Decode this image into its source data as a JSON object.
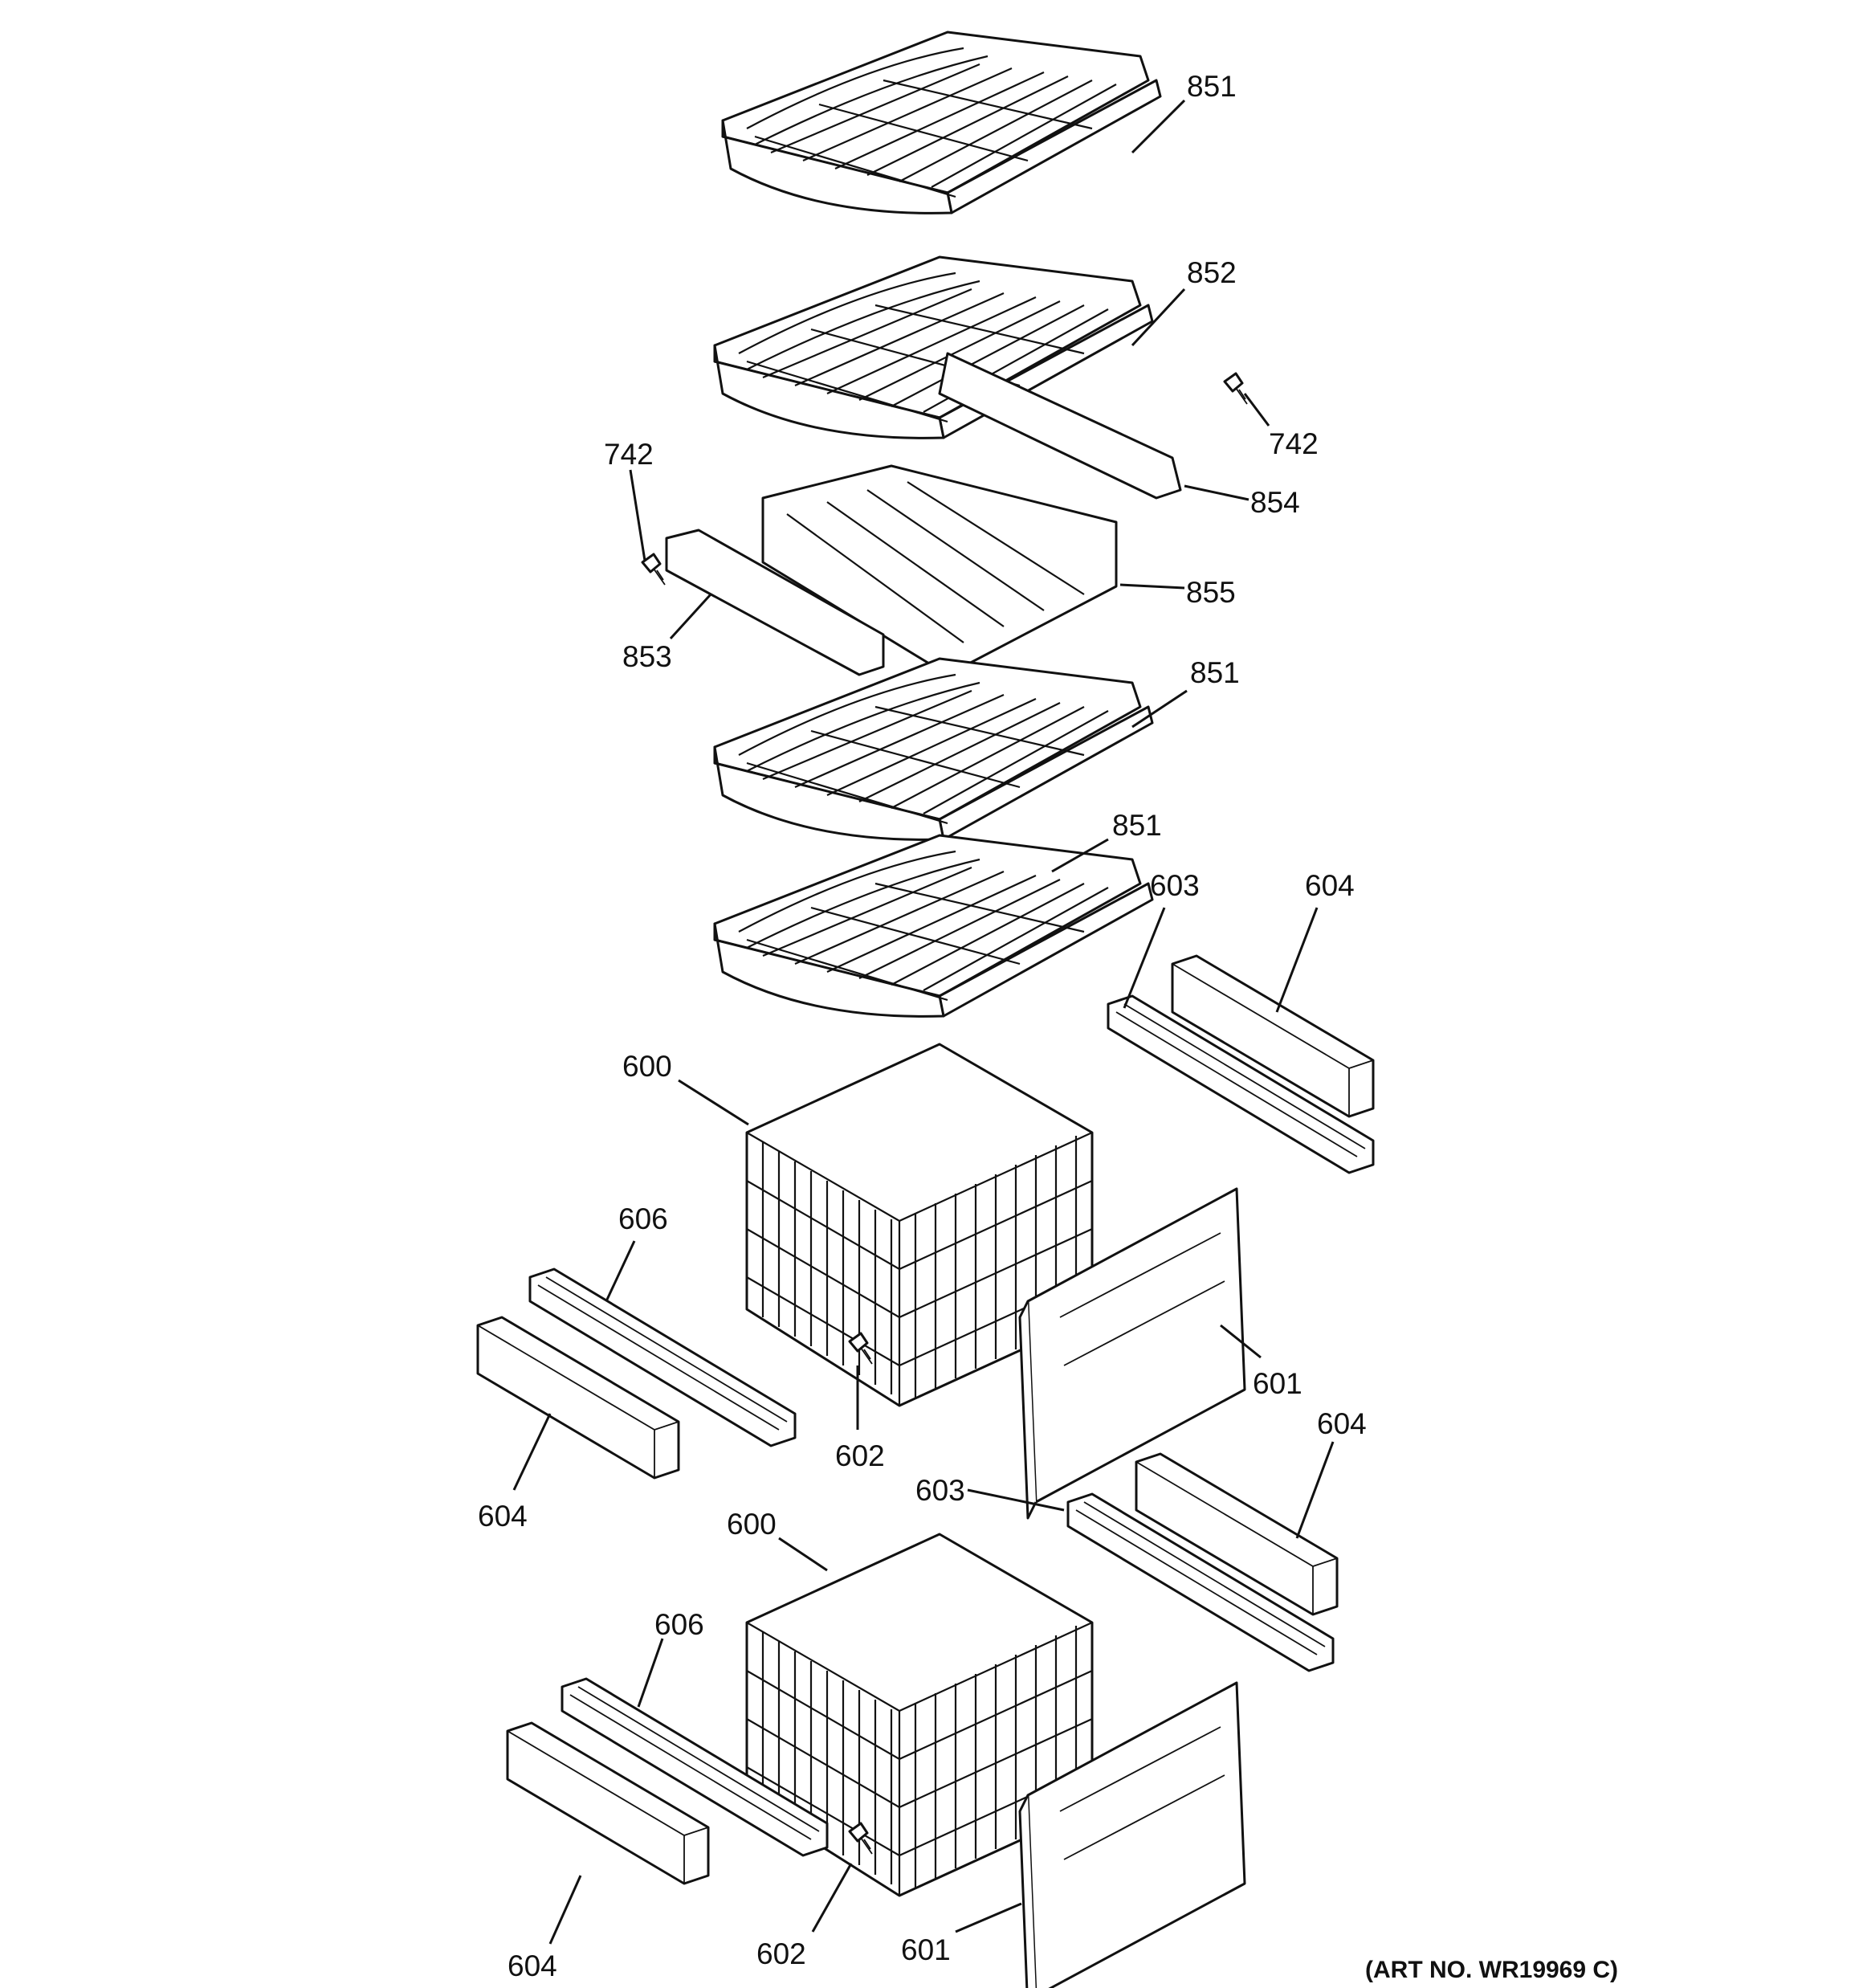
{
  "diagram": {
    "art_number": "(ART NO. WR19969 C)",
    "callouts": [
      {
        "id": "c851a",
        "label": "851"
      },
      {
        "id": "c852",
        "label": "852"
      },
      {
        "id": "c742a",
        "label": "742"
      },
      {
        "id": "c742b",
        "label": "742"
      },
      {
        "id": "c854",
        "label": "854"
      },
      {
        "id": "c855",
        "label": "855"
      },
      {
        "id": "c853",
        "label": "853"
      },
      {
        "id": "c851b",
        "label": "851"
      },
      {
        "id": "c851c",
        "label": "851"
      },
      {
        "id": "c603a",
        "label": "603"
      },
      {
        "id": "c604a",
        "label": "604"
      },
      {
        "id": "c600a",
        "label": "600"
      },
      {
        "id": "c606a",
        "label": "606"
      },
      {
        "id": "c601a",
        "label": "601"
      },
      {
        "id": "c602a",
        "label": "602"
      },
      {
        "id": "c604b",
        "label": "604"
      },
      {
        "id": "c604c",
        "label": "604"
      },
      {
        "id": "c603b",
        "label": "603"
      },
      {
        "id": "c600b",
        "label": "600"
      },
      {
        "id": "c606b",
        "label": "606"
      },
      {
        "id": "c604d",
        "label": "604"
      },
      {
        "id": "c602b",
        "label": "602"
      },
      {
        "id": "c601b",
        "label": "601"
      }
    ]
  }
}
